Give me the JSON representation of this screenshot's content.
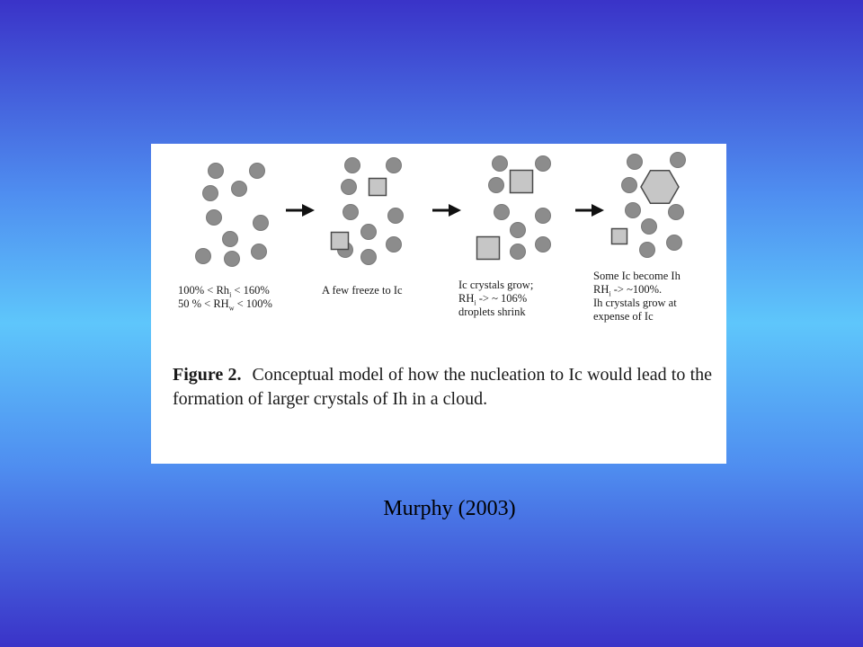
{
  "figure": {
    "stages": [
      {
        "lines": [
          [
            "100% < Rh",
            "i",
            " < 160%"
          ],
          [
            "50 % < RH",
            "w",
            " < 100%"
          ]
        ]
      },
      {
        "lines": [
          [
            "A few freeze to Ic"
          ]
        ]
      },
      {
        "lines": [
          [
            "Ic crystals grow;"
          ],
          [
            "RH",
            "i",
            " -> ~ 106%"
          ],
          [
            "droplets shrink"
          ]
        ]
      },
      {
        "lines": [
          [
            "Some Ic become Ih"
          ],
          [
            "RH",
            "i",
            " -> ~100%."
          ],
          [
            "Ih crystals grow at"
          ],
          [
            "expense of Ic"
          ]
        ]
      }
    ],
    "caption_head": "Figure 2.",
    "caption_body": "Conceptual model of how the nucleation to Ic would lead to the formation of larger crystals of Ih in a cloud.",
    "colors": {
      "droplet": "#8c8c8c",
      "crystal_fill": "#c6c6c6",
      "stroke": "#4a4a4a"
    }
  },
  "citation": "Murphy (2003)"
}
